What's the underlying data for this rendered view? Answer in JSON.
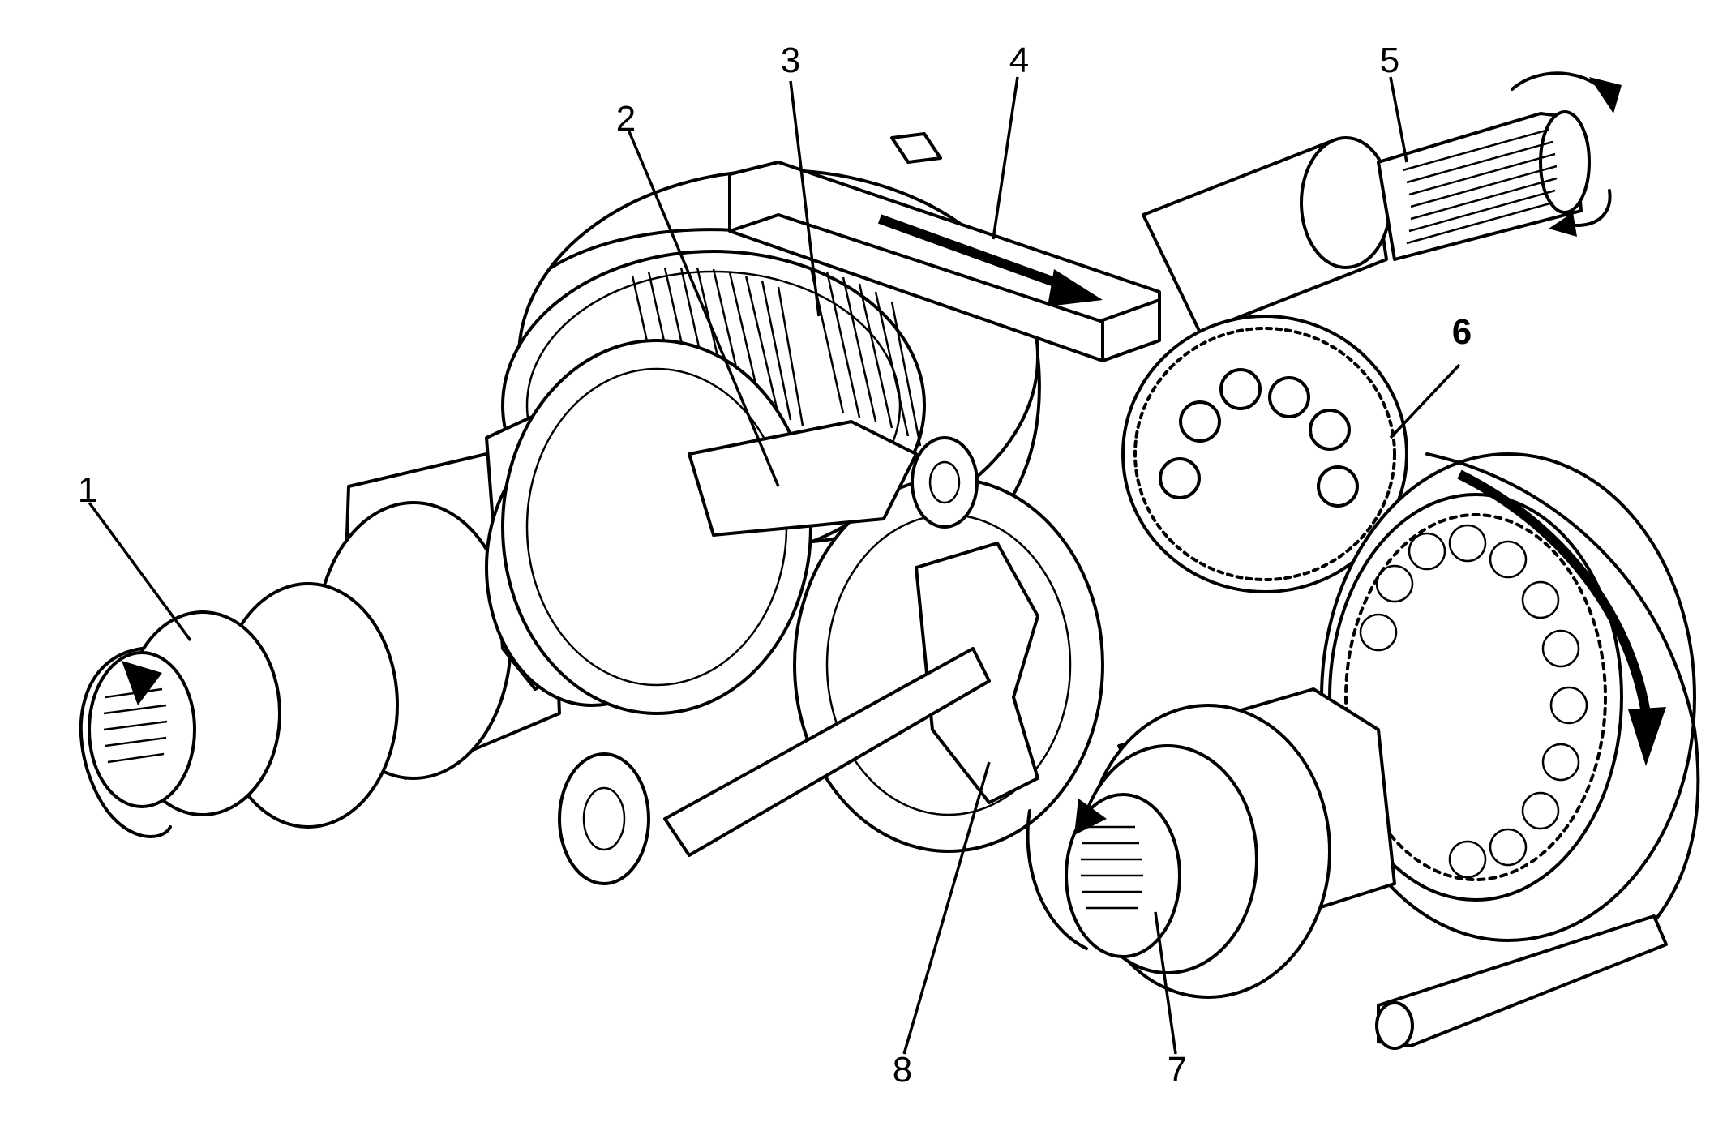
{
  "callouts": [
    {
      "id": "1",
      "label": "1"
    },
    {
      "id": "2",
      "label": "2"
    },
    {
      "id": "3",
      "label": "3"
    },
    {
      "id": "4",
      "label": "4"
    },
    {
      "id": "5",
      "label": "5"
    },
    {
      "id": "6",
      "label": "6"
    },
    {
      "id": "7",
      "label": "7"
    },
    {
      "id": "8",
      "label": "8"
    }
  ],
  "icons": [
    "rotation-arrow-icon",
    "direction-arrow-icon"
  ],
  "colors": {
    "ink": "#000000",
    "paper": "#ffffff"
  }
}
